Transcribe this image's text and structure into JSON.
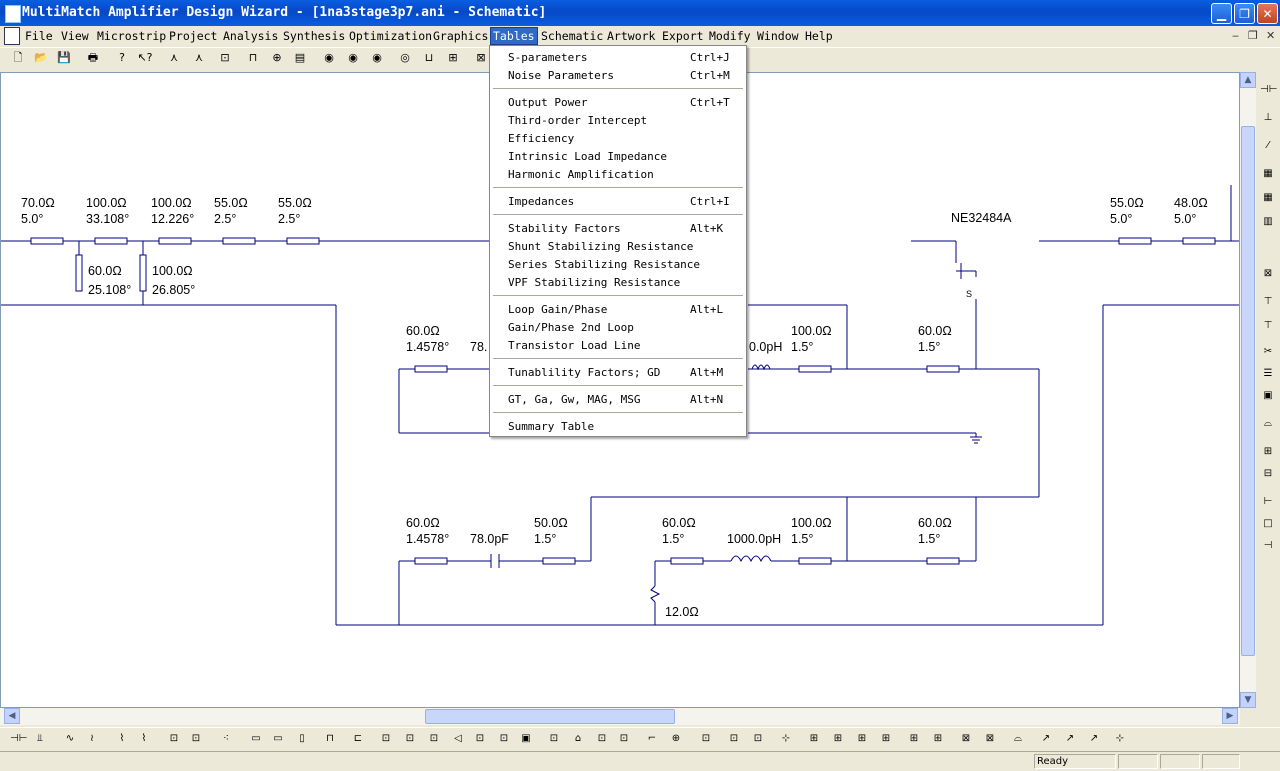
{
  "window": {
    "title": "MultiMatch Amplifier Design Wizard - [1na3stage3p7.ani - Schematic]"
  },
  "menu": [
    "File",
    "View",
    "Microstrip",
    "Project",
    "Analysis",
    "Synthesis",
    "Optimization",
    "Graphics",
    "Tables",
    "Schematic",
    "Artwork",
    "Export",
    "Modify",
    "Window",
    "Help"
  ],
  "tables_menu": [
    {
      "label": "S-parameters",
      "shortcut": "Ctrl+J"
    },
    {
      "label": "Noise Parameters",
      "shortcut": "Ctrl+M"
    },
    {
      "label": "Output Power",
      "shortcut": "Ctrl+T"
    },
    {
      "label": "Third-order Intercept",
      "shortcut": ""
    },
    {
      "label": "Efficiency",
      "shortcut": ""
    },
    {
      "label": "Intrinsic Load Impedance",
      "shortcut": ""
    },
    {
      "label": "Harmonic Amplification",
      "shortcut": ""
    },
    {
      "label": "Impedances",
      "shortcut": "Ctrl+I"
    },
    {
      "label": "Stability Factors",
      "shortcut": "Alt+K"
    },
    {
      "label": "Shunt Stabilizing Resistance",
      "shortcut": ""
    },
    {
      "label": "Series Stabilizing Resistance",
      "shortcut": ""
    },
    {
      "label": "VPF Stabilizing Resistance",
      "shortcut": ""
    },
    {
      "label": "Loop Gain/Phase",
      "shortcut": "Alt+L"
    },
    {
      "label": "Gain/Phase 2nd Loop",
      "shortcut": ""
    },
    {
      "label": "Transistor Load Line",
      "shortcut": ""
    },
    {
      "label": "Tunablility Factors; GD",
      "shortcut": "Alt+M"
    },
    {
      "label": "GT, Ga, Gw, MAG, MSG",
      "shortcut": "Alt+N"
    },
    {
      "label": "Summary Table",
      "shortcut": ""
    }
  ],
  "schematic": {
    "top_lines": [
      [
        "70.0Ω",
        "5.0°"
      ],
      [
        "100.0Ω",
        "33.108°"
      ],
      [
        "100.0Ω",
        "12.226°"
      ],
      [
        "55.0Ω",
        "2.5°"
      ],
      [
        "55.0Ω",
        "2.5°"
      ]
    ],
    "stubs": [
      [
        "60.0Ω",
        "25.108°"
      ],
      [
        "100.0Ω",
        "26.805°"
      ]
    ],
    "transistor": "NE32484A",
    "source_pin": "S",
    "out_lines": [
      [
        "55.0Ω",
        "5.0°"
      ],
      [
        "48.0Ω",
        "5.0°"
      ]
    ],
    "mid_row": {
      "l1": [
        "60.0Ω",
        "1.4578°"
      ],
      "l2_frag": "78.",
      "ind_frag": "0.0pH",
      "l3": [
        "100.0Ω",
        "1.5°"
      ],
      "l4": [
        "60.0Ω",
        "1.5°"
      ]
    },
    "low_row": {
      "l1": [
        "60.0Ω",
        "1.4578°"
      ],
      "cap": "78.0pF",
      "l2": [
        "50.0Ω",
        "1.5°"
      ],
      "l3": [
        "60.0Ω",
        "1.5°"
      ],
      "ind": "1000.0pH",
      "l4": [
        "100.0Ω",
        "1.5°"
      ],
      "l5": [
        "60.0Ω",
        "1.5°"
      ],
      "res": "12.0Ω"
    }
  },
  "status": {
    "text": "Ready"
  },
  "colors": {
    "wire": "#000080",
    "menu_highlight": "#316ac5",
    "title_bar": "#0a5ee0"
  }
}
